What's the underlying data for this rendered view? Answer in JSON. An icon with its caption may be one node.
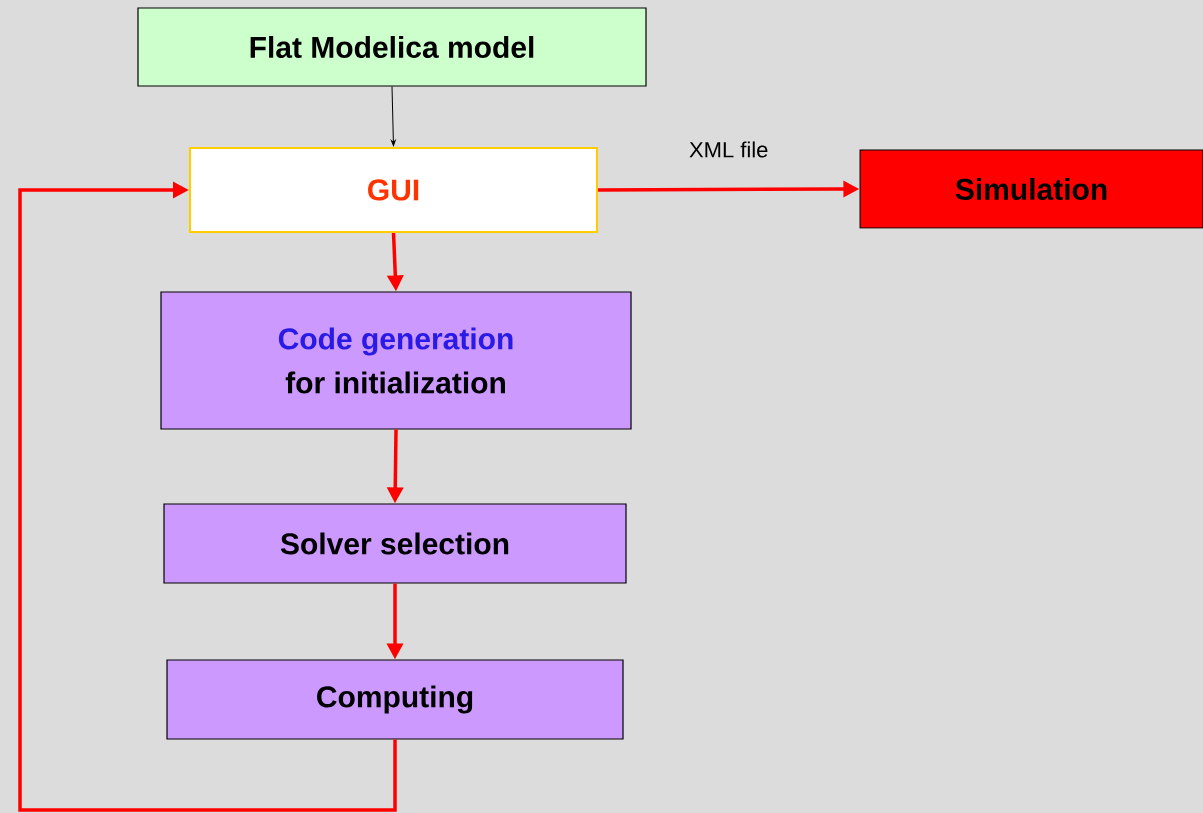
{
  "diagram": {
    "nodes": [
      {
        "text": [
          "Flat Modelica model"
        ]
      },
      {
        "text": [
          "GUI"
        ]
      },
      {
        "text": [
          "Code generation",
          "for initialization"
        ]
      },
      {
        "text": [
          "Solver selection"
        ]
      },
      {
        "text": [
          "Computing"
        ]
      },
      {
        "text": [
          "Simulation"
        ]
      }
    ],
    "edges": [
      {
        "from": 0,
        "to": 1,
        "arrow": "to",
        "color": "#000000"
      },
      {
        "from": 1,
        "to": 5,
        "arrow": "to",
        "label": "XML file"
      },
      {
        "from": 1,
        "to": 2,
        "arrow": "to"
      },
      {
        "from": 2,
        "to": 3,
        "arrow": "to"
      },
      {
        "from": 3,
        "to": 4,
        "arrow": "to"
      },
      {
        "from": 4,
        "to": 1,
        "arrow": "to"
      }
    ]
  }
}
